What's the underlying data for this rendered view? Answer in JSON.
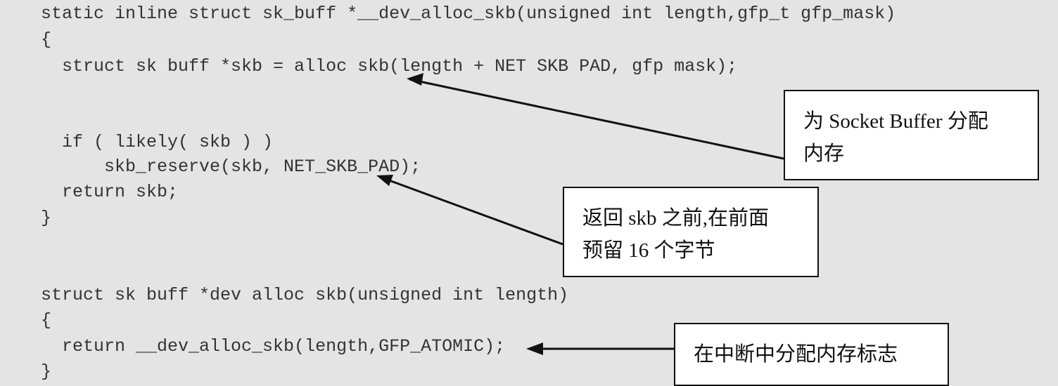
{
  "code_lines": [
    "static inline struct sk_buff *__dev_alloc_skb(unsigned int length,gfp_t gfp_mask)",
    "{",
    "  struct sk buff *skb = alloc skb(length + NET SKB PAD, gfp mask);",
    "  if ( likely( skb ) )",
    "      skb_reserve(skb, NET_SKB_PAD);",
    "  return skb;",
    "}",
    "struct sk buff *dev alloc skb(unsigned int length)",
    "{",
    "  return __dev_alloc_skb(length,GFP_ATOMIC);",
    "}"
  ],
  "callouts": [
    {
      "line1": "为 Socket Buffer 分配",
      "line2": "内存"
    },
    {
      "line1": "返回 skb 之前,在前面",
      "line2": "预留 16 个字节"
    },
    {
      "line1": "在中断中分配内存标志"
    }
  ]
}
